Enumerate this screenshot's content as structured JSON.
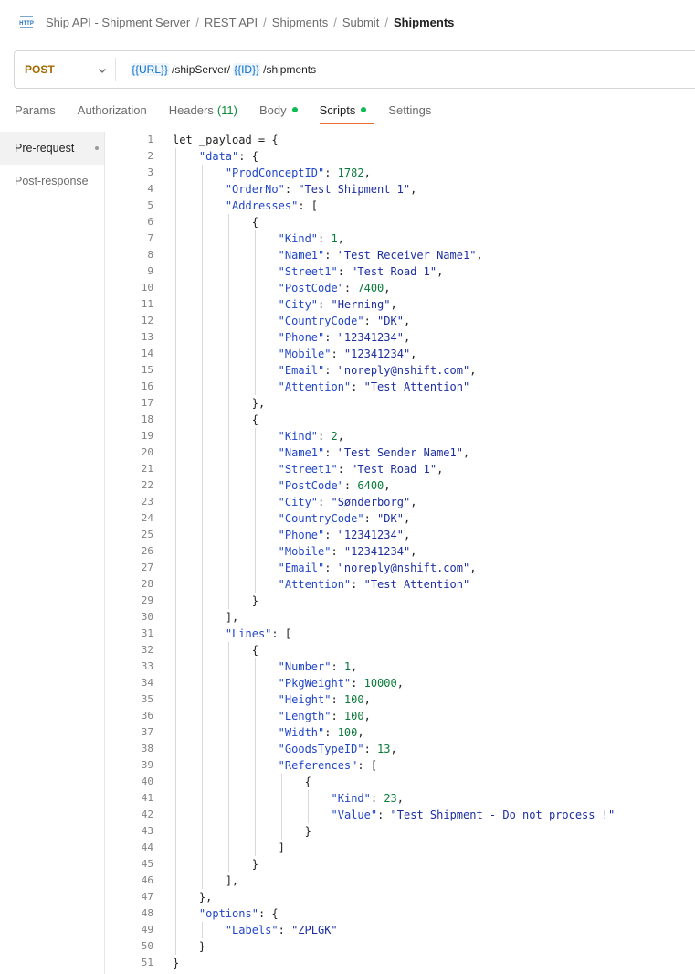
{
  "breadcrumb": {
    "icon": "http-icon",
    "items": [
      "Ship API - Shipment Server",
      "REST API",
      "Shipments",
      "Submit"
    ],
    "current": "Shipments",
    "separator": "/"
  },
  "request": {
    "method": "POST",
    "url_parts": [
      {
        "type": "var",
        "text": "{{URL}}"
      },
      {
        "type": "plain",
        "text": "/shipServer/"
      },
      {
        "type": "var",
        "text": "{{ID}}"
      },
      {
        "type": "plain",
        "text": "/shipments"
      }
    ]
  },
  "tabs": [
    {
      "label": "Params"
    },
    {
      "label": "Authorization"
    },
    {
      "label": "Headers",
      "count": "(11)"
    },
    {
      "label": "Body",
      "dot": true
    },
    {
      "label": "Scripts",
      "dot": true,
      "active": true
    },
    {
      "label": "Settings"
    }
  ],
  "script_sections": [
    {
      "label": "Pre-request",
      "active": true
    },
    {
      "label": "Post-response"
    }
  ],
  "colors": {
    "method": "#a36a00",
    "active_tab_underline": "#f26b3a",
    "status_dot": "#0cbb52",
    "variable": "#0b6fc9"
  },
  "code_lines": [
    {
      "i": 0,
      "t": [
        [
          "k",
          "let _payload = {"
        ]
      ]
    },
    {
      "i": 1,
      "t": [
        [
          "p",
          "\"data\""
        ],
        [
          "punc",
          ": {"
        ]
      ]
    },
    {
      "i": 2,
      "t": [
        [
          "p",
          "\"ProdConceptID\""
        ],
        [
          "punc",
          ": "
        ],
        [
          "n",
          "1782"
        ],
        [
          "punc",
          ","
        ]
      ]
    },
    {
      "i": 2,
      "t": [
        [
          "p",
          "\"OrderNo\""
        ],
        [
          "punc",
          ": "
        ],
        [
          "s",
          "\"Test Shipment 1\""
        ],
        [
          "punc",
          ","
        ]
      ]
    },
    {
      "i": 2,
      "t": [
        [
          "p",
          "\"Addresses\""
        ],
        [
          "punc",
          ": ["
        ]
      ]
    },
    {
      "i": 3,
      "t": [
        [
          "punc",
          "{"
        ]
      ]
    },
    {
      "i": 4,
      "t": [
        [
          "p",
          "\"Kind\""
        ],
        [
          "punc",
          ": "
        ],
        [
          "n",
          "1"
        ],
        [
          "punc",
          ","
        ]
      ]
    },
    {
      "i": 4,
      "t": [
        [
          "p",
          "\"Name1\""
        ],
        [
          "punc",
          ": "
        ],
        [
          "s",
          "\"Test Receiver Name1\""
        ],
        [
          "punc",
          ","
        ]
      ]
    },
    {
      "i": 4,
      "t": [
        [
          "p",
          "\"Street1\""
        ],
        [
          "punc",
          ": "
        ],
        [
          "s",
          "\"Test Road 1\""
        ],
        [
          "punc",
          ","
        ]
      ]
    },
    {
      "i": 4,
      "t": [
        [
          "p",
          "\"PostCode\""
        ],
        [
          "punc",
          ": "
        ],
        [
          "n",
          "7400"
        ],
        [
          "punc",
          ","
        ]
      ]
    },
    {
      "i": 4,
      "t": [
        [
          "p",
          "\"City\""
        ],
        [
          "punc",
          ": "
        ],
        [
          "s",
          "\"Herning\""
        ],
        [
          "punc",
          ","
        ]
      ]
    },
    {
      "i": 4,
      "t": [
        [
          "p",
          "\"CountryCode\""
        ],
        [
          "punc",
          ": "
        ],
        [
          "s",
          "\"DK\""
        ],
        [
          "punc",
          ","
        ]
      ]
    },
    {
      "i": 4,
      "t": [
        [
          "p",
          "\"Phone\""
        ],
        [
          "punc",
          ": "
        ],
        [
          "s",
          "\"12341234\""
        ],
        [
          "punc",
          ","
        ]
      ]
    },
    {
      "i": 4,
      "t": [
        [
          "p",
          "\"Mobile\""
        ],
        [
          "punc",
          ": "
        ],
        [
          "s",
          "\"12341234\""
        ],
        [
          "punc",
          ","
        ]
      ]
    },
    {
      "i": 4,
      "t": [
        [
          "p",
          "\"Email\""
        ],
        [
          "punc",
          ": "
        ],
        [
          "s",
          "\"noreply@nshift.com\""
        ],
        [
          "punc",
          ","
        ]
      ]
    },
    {
      "i": 4,
      "t": [
        [
          "p",
          "\"Attention\""
        ],
        [
          "punc",
          ": "
        ],
        [
          "s",
          "\"Test Attention\""
        ]
      ]
    },
    {
      "i": 3,
      "t": [
        [
          "punc",
          "},"
        ]
      ]
    },
    {
      "i": 3,
      "t": [
        [
          "punc",
          "{"
        ]
      ]
    },
    {
      "i": 4,
      "t": [
        [
          "p",
          "\"Kind\""
        ],
        [
          "punc",
          ": "
        ],
        [
          "n",
          "2"
        ],
        [
          "punc",
          ","
        ]
      ]
    },
    {
      "i": 4,
      "t": [
        [
          "p",
          "\"Name1\""
        ],
        [
          "punc",
          ": "
        ],
        [
          "s",
          "\"Test Sender Name1\""
        ],
        [
          "punc",
          ","
        ]
      ]
    },
    {
      "i": 4,
      "t": [
        [
          "p",
          "\"Street1\""
        ],
        [
          "punc",
          ": "
        ],
        [
          "s",
          "\"Test Road 1\""
        ],
        [
          "punc",
          ","
        ]
      ]
    },
    {
      "i": 4,
      "t": [
        [
          "p",
          "\"PostCode\""
        ],
        [
          "punc",
          ": "
        ],
        [
          "n",
          "6400"
        ],
        [
          "punc",
          ","
        ]
      ]
    },
    {
      "i": 4,
      "t": [
        [
          "p",
          "\"City\""
        ],
        [
          "punc",
          ": "
        ],
        [
          "s",
          "\"Sønderborg\""
        ],
        [
          "punc",
          ","
        ]
      ]
    },
    {
      "i": 4,
      "t": [
        [
          "p",
          "\"CountryCode\""
        ],
        [
          "punc",
          ": "
        ],
        [
          "s",
          "\"DK\""
        ],
        [
          "punc",
          ","
        ]
      ]
    },
    {
      "i": 4,
      "t": [
        [
          "p",
          "\"Phone\""
        ],
        [
          "punc",
          ": "
        ],
        [
          "s",
          "\"12341234\""
        ],
        [
          "punc",
          ","
        ]
      ]
    },
    {
      "i": 4,
      "t": [
        [
          "p",
          "\"Mobile\""
        ],
        [
          "punc",
          ": "
        ],
        [
          "s",
          "\"12341234\""
        ],
        [
          "punc",
          ","
        ]
      ]
    },
    {
      "i": 4,
      "t": [
        [
          "p",
          "\"Email\""
        ],
        [
          "punc",
          ": "
        ],
        [
          "s",
          "\"noreply@nshift.com\""
        ],
        [
          "punc",
          ","
        ]
      ]
    },
    {
      "i": 4,
      "t": [
        [
          "p",
          "\"Attention\""
        ],
        [
          "punc",
          ": "
        ],
        [
          "s",
          "\"Test Attention\""
        ]
      ]
    },
    {
      "i": 3,
      "t": [
        [
          "punc",
          "}"
        ]
      ]
    },
    {
      "i": 2,
      "t": [
        [
          "punc",
          "],"
        ]
      ]
    },
    {
      "i": 2,
      "t": [
        [
          "p",
          "\"Lines\""
        ],
        [
          "punc",
          ": ["
        ]
      ]
    },
    {
      "i": 3,
      "t": [
        [
          "punc",
          "{"
        ]
      ]
    },
    {
      "i": 4,
      "t": [
        [
          "p",
          "\"Number\""
        ],
        [
          "punc",
          ": "
        ],
        [
          "n",
          "1"
        ],
        [
          "punc",
          ","
        ]
      ]
    },
    {
      "i": 4,
      "t": [
        [
          "p",
          "\"PkgWeight\""
        ],
        [
          "punc",
          ": "
        ],
        [
          "n",
          "10000"
        ],
        [
          "punc",
          ","
        ]
      ]
    },
    {
      "i": 4,
      "t": [
        [
          "p",
          "\"Height\""
        ],
        [
          "punc",
          ": "
        ],
        [
          "n",
          "100"
        ],
        [
          "punc",
          ","
        ]
      ]
    },
    {
      "i": 4,
      "t": [
        [
          "p",
          "\"Length\""
        ],
        [
          "punc",
          ": "
        ],
        [
          "n",
          "100"
        ],
        [
          "punc",
          ","
        ]
      ]
    },
    {
      "i": 4,
      "t": [
        [
          "p",
          "\"Width\""
        ],
        [
          "punc",
          ": "
        ],
        [
          "n",
          "100"
        ],
        [
          "punc",
          ","
        ]
      ]
    },
    {
      "i": 4,
      "t": [
        [
          "p",
          "\"GoodsTypeID\""
        ],
        [
          "punc",
          ": "
        ],
        [
          "n",
          "13"
        ],
        [
          "punc",
          ","
        ]
      ]
    },
    {
      "i": 4,
      "t": [
        [
          "p",
          "\"References\""
        ],
        [
          "punc",
          ": ["
        ]
      ]
    },
    {
      "i": 5,
      "t": [
        [
          "punc",
          "{"
        ]
      ]
    },
    {
      "i": 6,
      "t": [
        [
          "p",
          "\"Kind\""
        ],
        [
          "punc",
          ": "
        ],
        [
          "n",
          "23"
        ],
        [
          "punc",
          ","
        ]
      ]
    },
    {
      "i": 6,
      "t": [
        [
          "p",
          "\"Value\""
        ],
        [
          "punc",
          ": "
        ],
        [
          "s",
          "\"Test Shipment - Do not process !\""
        ]
      ]
    },
    {
      "i": 5,
      "t": [
        [
          "punc",
          "}"
        ]
      ]
    },
    {
      "i": 4,
      "t": [
        [
          "punc",
          "]"
        ]
      ]
    },
    {
      "i": 3,
      "t": [
        [
          "punc",
          "}"
        ]
      ]
    },
    {
      "i": 2,
      "t": [
        [
          "punc",
          "],"
        ]
      ]
    },
    {
      "i": 1,
      "t": [
        [
          "punc",
          "},"
        ]
      ]
    },
    {
      "i": 1,
      "t": [
        [
          "p",
          "\"options\""
        ],
        [
          "punc",
          ": {"
        ]
      ]
    },
    {
      "i": 2,
      "t": [
        [
          "p",
          "\"Labels\""
        ],
        [
          "punc",
          ": "
        ],
        [
          "s",
          "\"ZPLGK\""
        ]
      ]
    },
    {
      "i": 1,
      "t": [
        [
          "punc",
          "}"
        ]
      ]
    },
    {
      "i": 0,
      "t": [
        [
          "punc",
          "}"
        ]
      ]
    }
  ]
}
